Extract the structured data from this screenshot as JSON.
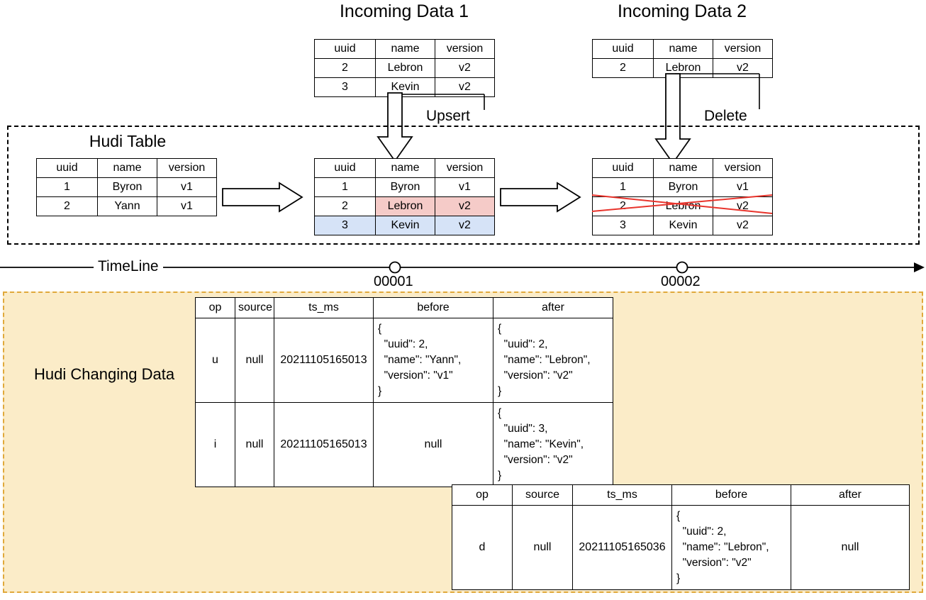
{
  "diagram": {
    "titles": {
      "incoming1": "Incoming Data 1",
      "incoming2": "Incoming Data 2",
      "hudi_table": "Hudi Table",
      "changing_data": "Hudi Changing Data"
    },
    "operations": {
      "upsert": "Upsert",
      "delete": "Delete"
    },
    "timeline": {
      "label": "TimeLine",
      "markers": [
        {
          "id": "00001"
        },
        {
          "id": "00002"
        }
      ]
    },
    "record_columns": [
      "uuid",
      "name",
      "version"
    ],
    "incoming1_rows": [
      [
        "2",
        "Lebron",
        "v2"
      ],
      [
        "3",
        "Kevin",
        "v2"
      ]
    ],
    "incoming2_rows": [
      [
        "2",
        "Lebron",
        "v2"
      ]
    ],
    "hudi_initial_rows": [
      [
        "1",
        "Byron",
        "v1"
      ],
      [
        "2",
        "Yann",
        "v1"
      ]
    ],
    "hudi_after_upsert_rows": [
      {
        "cells": [
          "1",
          "Byron",
          "v1"
        ],
        "highlight": "none"
      },
      {
        "cells": [
          "2",
          "Lebron",
          "v2"
        ],
        "highlight": "pink-partial"
      },
      {
        "cells": [
          "3",
          "Kevin",
          "v2"
        ],
        "highlight": "blue"
      }
    ],
    "hudi_after_delete_rows": [
      {
        "cells": [
          "1",
          "Byron",
          "v1"
        ],
        "struck": false
      },
      {
        "cells": [
          "2",
          "Lebron",
          "v2"
        ],
        "struck": true
      },
      {
        "cells": [
          "3",
          "Kevin",
          "v2"
        ],
        "struck": false
      }
    ],
    "cdc_columns": [
      "op",
      "source",
      "ts_ms",
      "before",
      "after"
    ],
    "cdc_table1_rows": [
      {
        "op": "u",
        "source": "null",
        "ts_ms": "20211105165013",
        "before": "{\n  \"uuid\": 2,\n  \"name\": \"Yann\",\n  \"version\": \"v1\"\n}",
        "after": "{\n  \"uuid\": 2,\n  \"name\": \"Lebron\",\n  \"version\": \"v2\"\n}"
      },
      {
        "op": "i",
        "source": "null",
        "ts_ms": "20211105165013",
        "before": "null",
        "after": "{\n  \"uuid\": 3,\n  \"name\": \"Kevin\",\n  \"version\": \"v2\"\n}"
      }
    ],
    "cdc_table2_rows": [
      {
        "op": "d",
        "source": "null",
        "ts_ms": "20211105165036",
        "before": "{\n  \"uuid\": 2,\n  \"name\": \"Lebron\",\n  \"version\": \"v2\"\n}",
        "after": "null"
      }
    ],
    "colors": {
      "highlight_pink": "#f5cbc8",
      "highlight_blue": "#d6e3f7",
      "panel_beige": "#fbecc8",
      "panel_border": "#e0a93b",
      "strike_red": "#e8342c"
    }
  }
}
